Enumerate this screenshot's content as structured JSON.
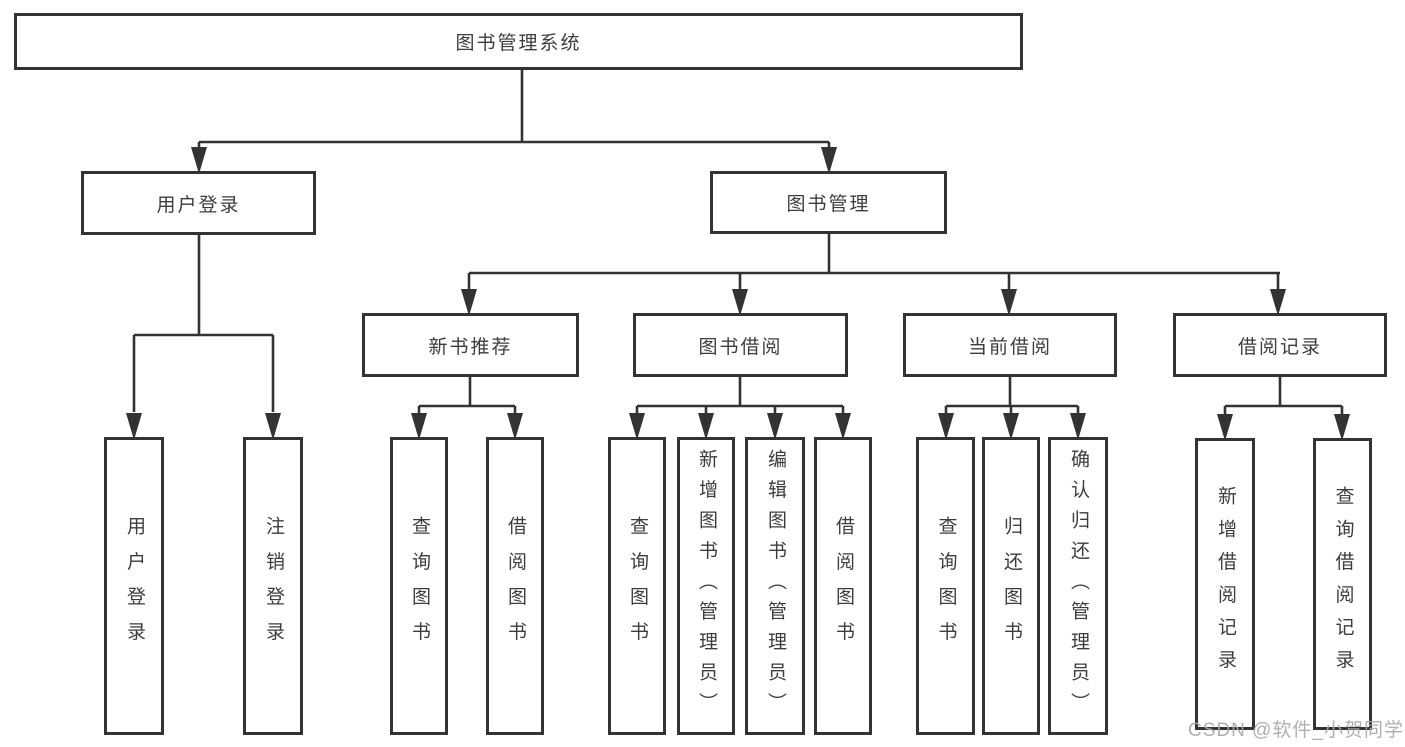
{
  "diagram": {
    "root": {
      "label": "图书管理系统"
    },
    "level2": {
      "user_login": {
        "label": "用户登录"
      },
      "book_management": {
        "label": "图书管理"
      }
    },
    "level3": {
      "new_book_recommend": {
        "label": "新书推荐"
      },
      "book_borrow": {
        "label": "图书借阅"
      },
      "current_borrow": {
        "label": "当前借阅"
      },
      "borrow_records": {
        "label": "借阅记录"
      }
    },
    "level4": {
      "user_login": {
        "label": "用户登录"
      },
      "logout": {
        "label": "注销登录"
      },
      "rec_query_books": {
        "label": "查询图书"
      },
      "rec_borrow_books": {
        "label": "借阅图书"
      },
      "bor_query_books": {
        "label": "查询图书"
      },
      "bor_add_books": {
        "label": "新增图书（管理员）"
      },
      "bor_edit_books": {
        "label": "编辑图书（管理员）"
      },
      "bor_borrow_books": {
        "label": "借阅图书"
      },
      "cur_query_books": {
        "label": "查询图书"
      },
      "cur_return_books": {
        "label": "归还图书"
      },
      "cur_confirm_return": {
        "label": "确认归还（管理员）"
      },
      "log_add_record": {
        "label": "新增借阅记录"
      },
      "log_query_record": {
        "label": "查询借阅记录"
      }
    }
  },
  "watermark": {
    "text": "CSDN @软件_小贺同学"
  },
  "colors": {
    "line": "#333333",
    "text": "#3d3d3d",
    "background": "#ffffff",
    "watermark": "#a8a8a8"
  }
}
